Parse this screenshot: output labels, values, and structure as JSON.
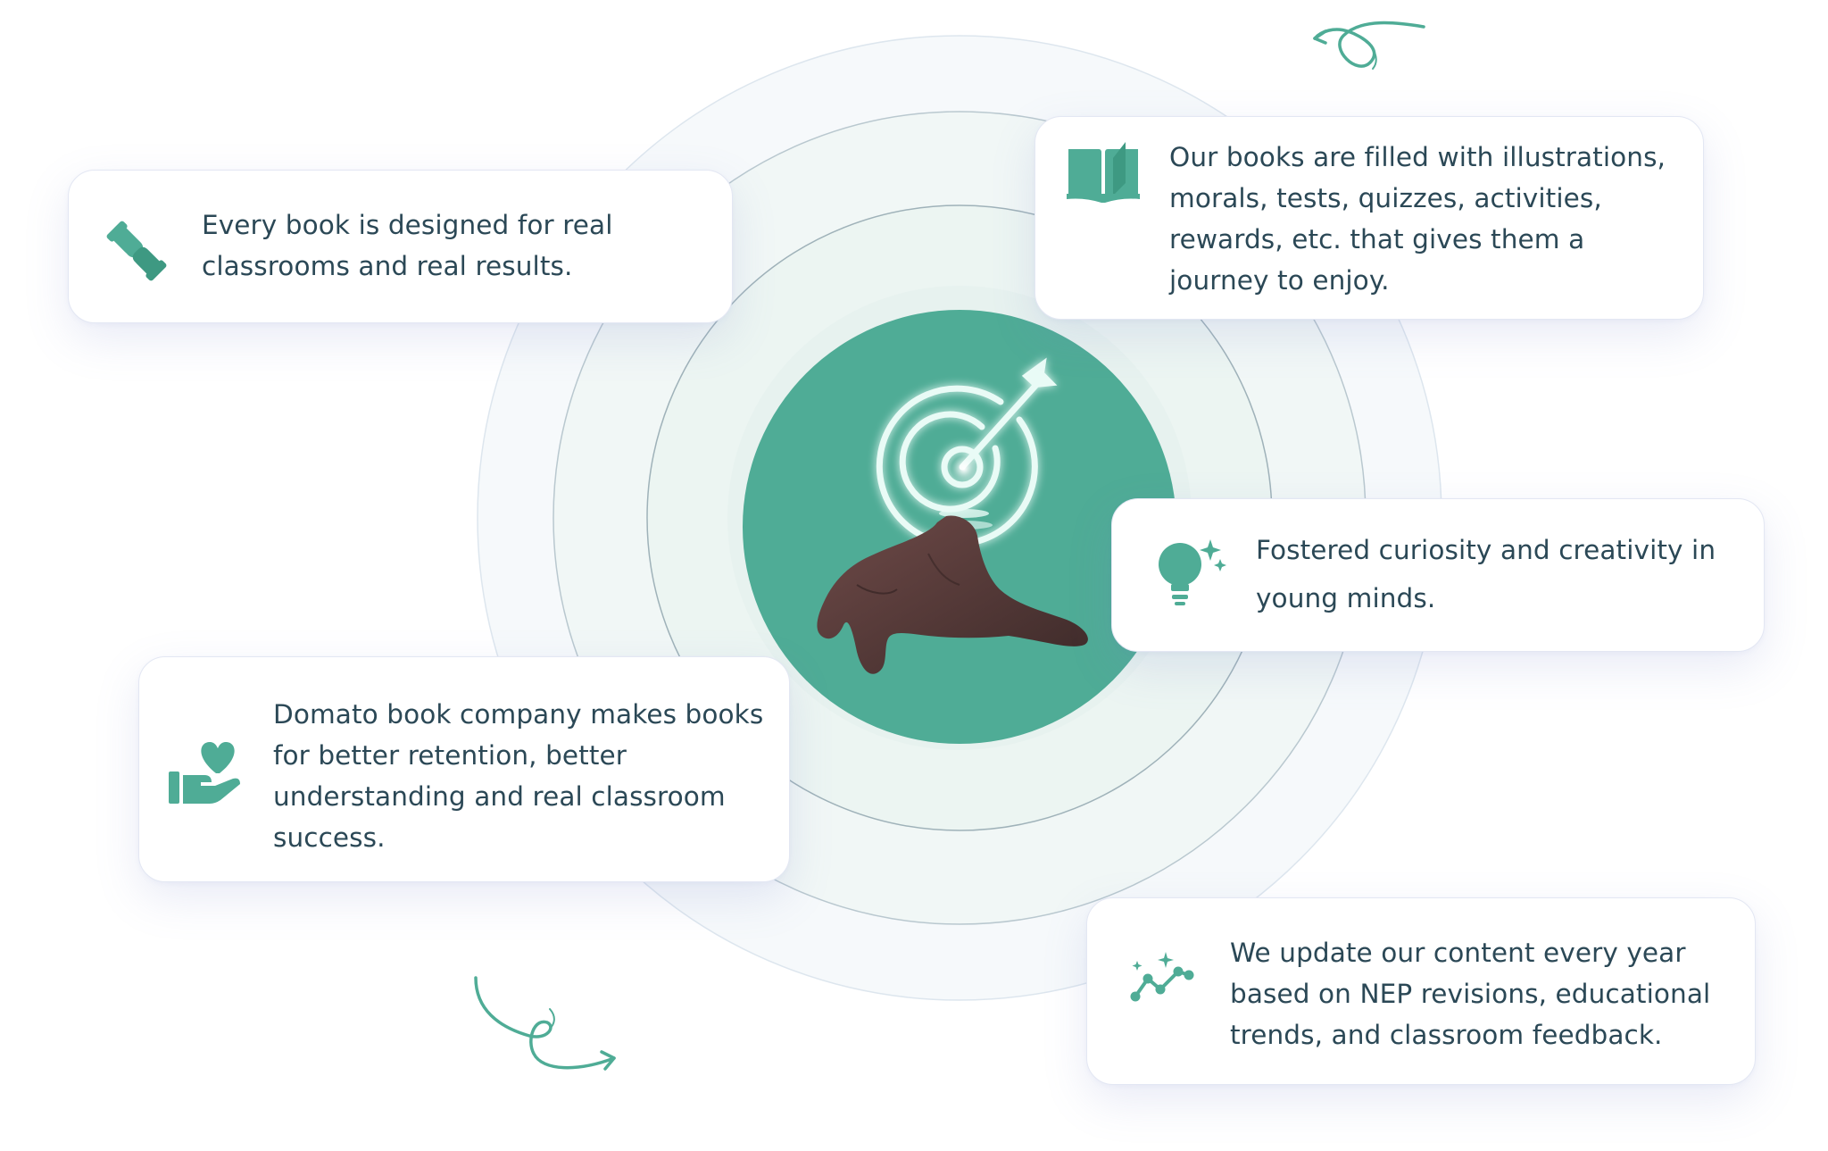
{
  "colors": {
    "accent": "#4fac96",
    "text": "#2b4856",
    "card_border": "#e3e7f3",
    "ring_fill": "#eef5f3"
  },
  "features": [
    {
      "icon": "handshake-icon",
      "text": "Every book is designed for real classrooms and real results."
    },
    {
      "icon": "open-book-icon",
      "text": "Our books are filled with illustrations, morals, tests, quizzes, activities, rewards, etc. that gives them a journey to enjoy."
    },
    {
      "icon": "lightbulb-icon",
      "text": "Fostered curiosity and creativity in young minds."
    },
    {
      "icon": "heart-hand-icon",
      "text": "Domato book company makes books for better retention, better understanding and real classroom success."
    },
    {
      "icon": "trend-sparkle-icon",
      "text": "We update our content every year based on NEP revisions, educational trends, and classroom feedback."
    }
  ],
  "center_image": {
    "icon": "target-arrow-icon",
    "subject": "hand-pointing-at-target"
  },
  "decorations": [
    "curly-arrow-top",
    "curly-arrow-bottom"
  ]
}
